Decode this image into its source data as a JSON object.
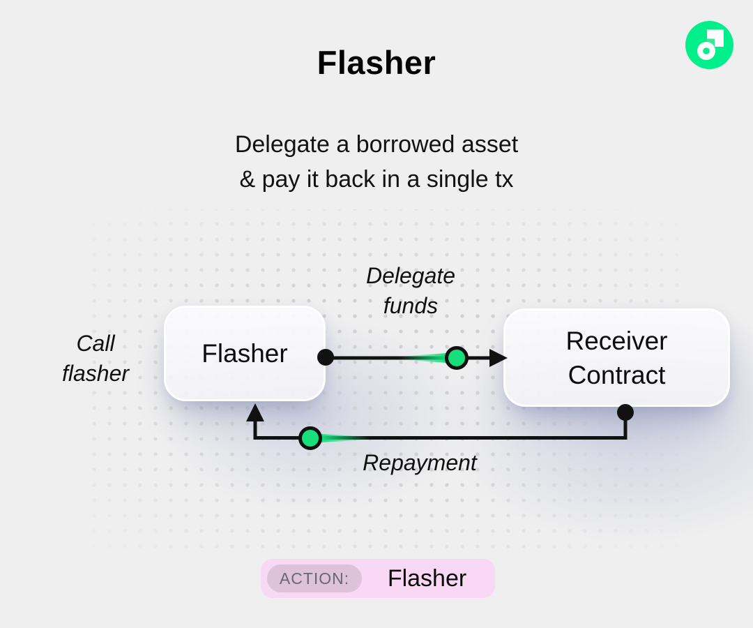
{
  "header": {
    "title": "Flasher",
    "subtitle_line1": "Delegate a borrowed asset",
    "subtitle_line2": "& pay it back in a single tx"
  },
  "logo": {
    "name": "flow-logo"
  },
  "diagram": {
    "flasher_node": {
      "label": "Flasher"
    },
    "receiver_node": {
      "line1": "Receiver",
      "line2": "Contract"
    },
    "labels": {
      "call": {
        "line1": "Call",
        "line2": "flasher"
      },
      "delegate": {
        "line1": "Delegate",
        "line2": "funds"
      },
      "repayment": "Repayment"
    }
  },
  "action": {
    "label": "ACTION:",
    "value": "Flasher"
  },
  "colors": {
    "background": "#EFEFEF",
    "flow_green": "#00EF8B",
    "token_green": "#16DF7C",
    "connector_black": "#111111",
    "badge_bg": "#F9D8F5",
    "badge_label_bg": "#DEC2D9",
    "badge_label_text": "#6C6670",
    "dot_grid": "#D1D1D5"
  }
}
